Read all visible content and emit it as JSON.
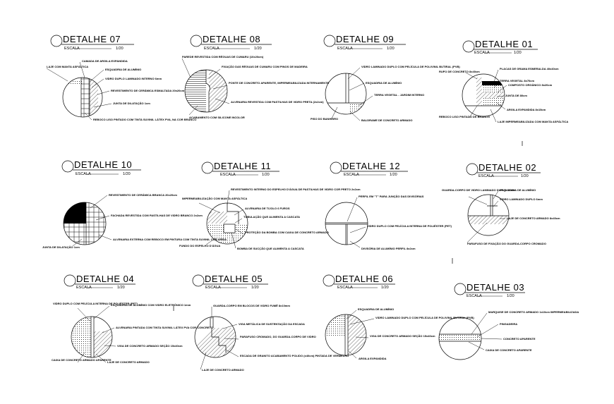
{
  "details": [
    {
      "id": "d07",
      "title": "DETALHE 07",
      "scale_label": "ESCALA",
      "scale_value": "1/20",
      "notes": [
        "LAJE COM MANTA ASFÁLTICA",
        "CAMADA DE ARGILA EXPANDIDA",
        "ESQUADRIA DE ALUMÍNIO",
        "VIDRO DUPLO LAMINADO INTERNO 6mm",
        "REVESTIMENTO DE CERÂMICA ESMALTADA 20x20cm",
        "JUNTA DE DILATAÇÃO 1cm",
        "REBOCO LISO PINTADO COM TINTA SUVINIL LÁTEX PVA, NA COR BRANCO"
      ]
    },
    {
      "id": "d08",
      "title": "DETALHE 08",
      "scale_label": "ESCALA",
      "scale_value": "1/20",
      "notes": [
        "PAREDE REVESTIDA COM RÉGUAS DE CUMARU (10x20cm)",
        "FIXAÇÃO DAS RÉGUAS DE CUMARU COM PINOS DE MADEIRA",
        "PONTE DE CONCRETO APARENTE, IMPERMEABILIZADA INTERNAMENTE",
        "ALVENARIA REVESTIDA COM PASTILHAS DE VIDRO PRETA (2x2cm)",
        "ACABAMENTO COM SILICONE INCOLOR"
      ]
    },
    {
      "id": "d09",
      "title": "DETALHE 09",
      "scale_label": "ESCALA",
      "scale_value": "1/20",
      "notes": [
        "VIDRO LAMINADO DUPLO COM PELÍCULA DE POLIVINIL BUTIRAL (PVB)",
        "ESQUADRIA DE ALUMÍNIO",
        "TERRA VEGETAL - JARDIM INTERNO",
        "PISO DO BANHEIRO",
        "BALDRAME DE CONCRETO ARMADO"
      ]
    },
    {
      "id": "d01",
      "title": "DETALHE 01",
      "scale_label": "ESCALA",
      "scale_value": "1/20",
      "notes": [
        "RUFO DE CONCRETO 8x40cm",
        "PLACAS DE GRAMA ESMERALDA 40x40cm",
        "TERRA VEGETAL 8x70cm",
        "COMPOSTO ORGÂNICO 8x20cm",
        "JUNTA DE 80cm",
        "ARGILA EXPANDIDA 8x15cm",
        "REBOCO LISO PINTADO DE BRANCO",
        "LAJE IMPERMEABILIZADA COM MANTA ASFÁLTICA"
      ]
    },
    {
      "id": "d10",
      "title": "DETALHE 10",
      "scale_label": "ESCALA",
      "scale_value": "1/20",
      "notes": [
        "REVESTIMENTO DE CERÂMICA BRANCA 20x20cm",
        "FACHADA REVESTIDA COM PASTILHAS DE VIDRO BRANCO 2x2cm",
        "ALVENARIA EXTERNA COM REBOCO EM PINTURA COM TINTA SUVINIL COR AREIA",
        "JUNTA DE DILATAÇÃO 1cm"
      ]
    },
    {
      "id": "d11",
      "title": "DETALHE 11",
      "scale_label": "ESCALA",
      "scale_value": "1/20",
      "notes": [
        "IMPERMEABILIZAÇÃO COM MANTA ASFÁLTICA",
        "REVESTIMENTO INTERNO DO ESPELHO D'ÁGUA DE PASTILHAS DE VIDRO COR PRETO 2x2cm",
        "ALVENARIA DE TIJOLO 6 FUROS",
        "TUBULAÇÃO QUE ALIMENTA A CASCATA",
        "PROTEÇÃO DA BOMBA COM CAIXA DE CONCRETO ARMADO",
        "FUNDO DO ESPELHO D'ÁGUA",
        "BOMBA DE SUCÇÃO QUE ALIMENTA A CASCATA"
      ]
    },
    {
      "id": "d12",
      "title": "DETALHE 12",
      "scale_label": "ESCALA",
      "scale_value": "1/20",
      "notes": [
        "PERFIL EM \"T\" PARA JUNÇÃO DAS DIVISÓRIAS",
        "VIDRO DUPLO COM PELÍCULA INTERNA DE POLIÉSTER (PET)",
        "DIVISÓRIA DE ALUMÍNIO PERFIL 8x2cm"
      ]
    },
    {
      "id": "d02",
      "title": "DETALHE 02",
      "scale_label": "ESCALA",
      "scale_value": "1/20",
      "notes": [
        "GUARDA-CORPO DE VIDRO LAMINADO DUPLO 10mm",
        "ESQUADRIA DE ALUMÍNIO",
        "VIDRO LAMINADO DUPLO 6mm",
        "LAJE DE CONCRETO ARMADO 8x40cm",
        "PARAFUSO DE FIXAÇÃO DO GUARDA-CORPO CROMADO"
      ]
    },
    {
      "id": "d04",
      "title": "DETALHE 04",
      "scale_label": "ESCALA",
      "scale_value": "1/20",
      "notes": [
        "VIDRO DUPLO COM PELÍCULA INTERNA DE POLIÉSTER (PET)",
        "ESQUADRIA DE ALUMÍNIO COM VIDRO ELETRÔNICO 1mm",
        "ALVENARIA PINTADA COM TINTA SUVINIL LÁTEX PVA COR CONCRETO",
        "VIGA DE CONCRETO ARMADO SEÇÃO 15x40cm",
        "CAIXA DE CONCRETO ARMADO APARENTE",
        "LAJE DE CONCRETO ARMADO"
      ]
    },
    {
      "id": "d05",
      "title": "DETALHE 05",
      "scale_label": "ESCALA",
      "scale_value": "1/20",
      "notes": [
        "GUARDA-CORPO EM BLOCOS DE VIDRO FUMÊ 8x10mm",
        "VIGA METÁLICA DE SUSTENTAÇÃO DA ESCADA",
        "PARAFUSO CROMADO, DO GUARDA-CORPO DE VIDRO",
        "ESCADA DE GRANITO ACABAMENTO POLIDO (x40cm) PINTADA DE VERMELHO",
        "LAJE DE CONCRETO ARMADO"
      ]
    },
    {
      "id": "d06",
      "title": "DETALHE 06",
      "scale_label": "ESCALA",
      "scale_value": "1/20",
      "notes": [
        "ESQUADRIA DE ALUMÍNIO",
        "VIDRO LAMINADO DUPLO COM PELÍCULA DE POLIVINIL BUTIRAL (PVB)",
        "VIGA DE CONCRETO ARMADO SEÇÃO 15x40cm",
        "ARGILA EXPANDIDA"
      ]
    },
    {
      "id": "d03",
      "title": "DETALHE 03",
      "scale_label": "ESCALA",
      "scale_value": "1/20",
      "notes": [
        "MARQUISE DE CONCRETO ARMADO 1x10cm IMPERMEABILIZADA",
        "PINGADEIRA",
        "CONCRETO APARENTE",
        "CAIXA DE CONCRETO APARENTE"
      ]
    }
  ]
}
